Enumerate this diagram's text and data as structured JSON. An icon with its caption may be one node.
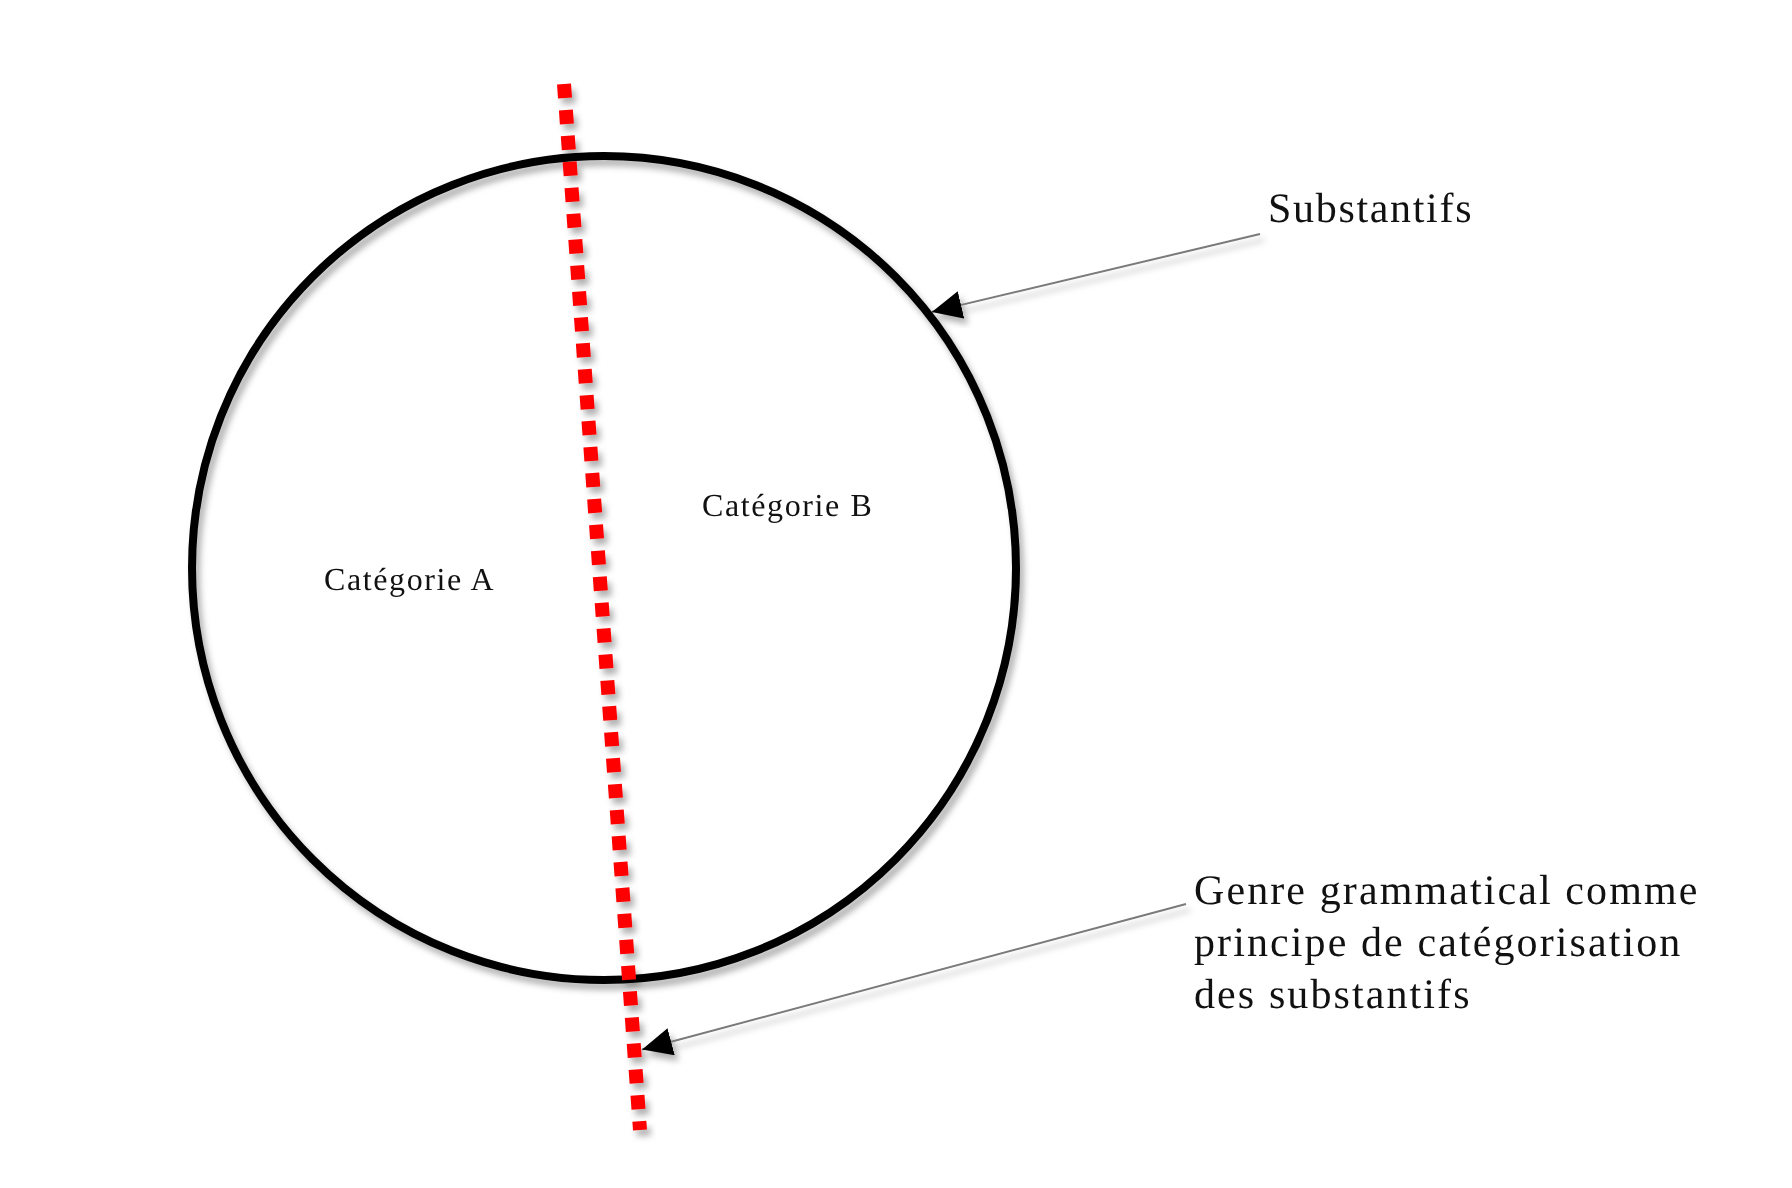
{
  "diagram": {
    "nodes": [
      {
        "text": [],
        "shape": "circle"
      },
      {
        "text": [
          "Catégorie A"
        ],
        "in": 0
      },
      {
        "text": [
          "Catégorie B"
        ],
        "in": 0
      },
      {
        "text": [
          "Substantifs"
        ]
      },
      {
        "text": [],
        "shape": "line"
      },
      {
        "text": [
          "Genre grammatical comme principe de catégorisation des substantifs"
        ]
      }
    ],
    "edges": [
      {
        "from": 3,
        "to": 0,
        "arrow": "to"
      },
      {
        "from": 5,
        "to": 4,
        "arrow": "to"
      }
    ]
  }
}
